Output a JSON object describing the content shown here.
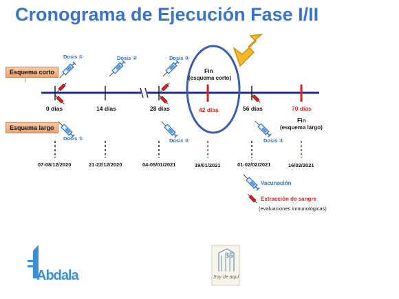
{
  "title": "Cronograma de Ejecución Fase I/II",
  "schemes": {
    "short": "Esquema corto",
    "long": "Esquema largo"
  },
  "days": {
    "d0": "0 días",
    "d14": "14 días",
    "d28": "28 días",
    "d42": "42 días",
    "d56": "56 días",
    "d70": "70 días"
  },
  "milestones": {
    "end_short_line1": "Fin",
    "end_short_line2": "(esquema corto)",
    "end_long_line1": "Fin",
    "end_long_line2": "(esquema largo)"
  },
  "doses": {
    "d1_top": "Dosis ①",
    "d2_top": "Dosis ②",
    "d3_top": "Dosis ③",
    "d1_bottom": "Dosis ①",
    "d2_bottom": "Dosis ②",
    "d3_bottom": "Dosis ③"
  },
  "dates": {
    "dt1": "07-08/12/2020",
    "dt2": "21-22/12/2020",
    "dt3": "04-05/01/2021",
    "dt4": "19/01/2021",
    "dt5": "01-02/02/2021",
    "dt6": "16/02/2021"
  },
  "legend": {
    "vaccination": "Vacunación",
    "blood": "Extracción de sangre",
    "blood_note": "(evaluaciones inmunológicas)"
  },
  "logos": {
    "abdala": "Abdala",
    "anniversary_number": "35",
    "anniversary_motto": "Soy de aquí"
  },
  "colors": {
    "title": "#3b74c4",
    "timeline": "#1f2e8a",
    "red": "#e0201d",
    "arrow": "#f5b921",
    "ellipse": "#3a5fa8"
  }
}
